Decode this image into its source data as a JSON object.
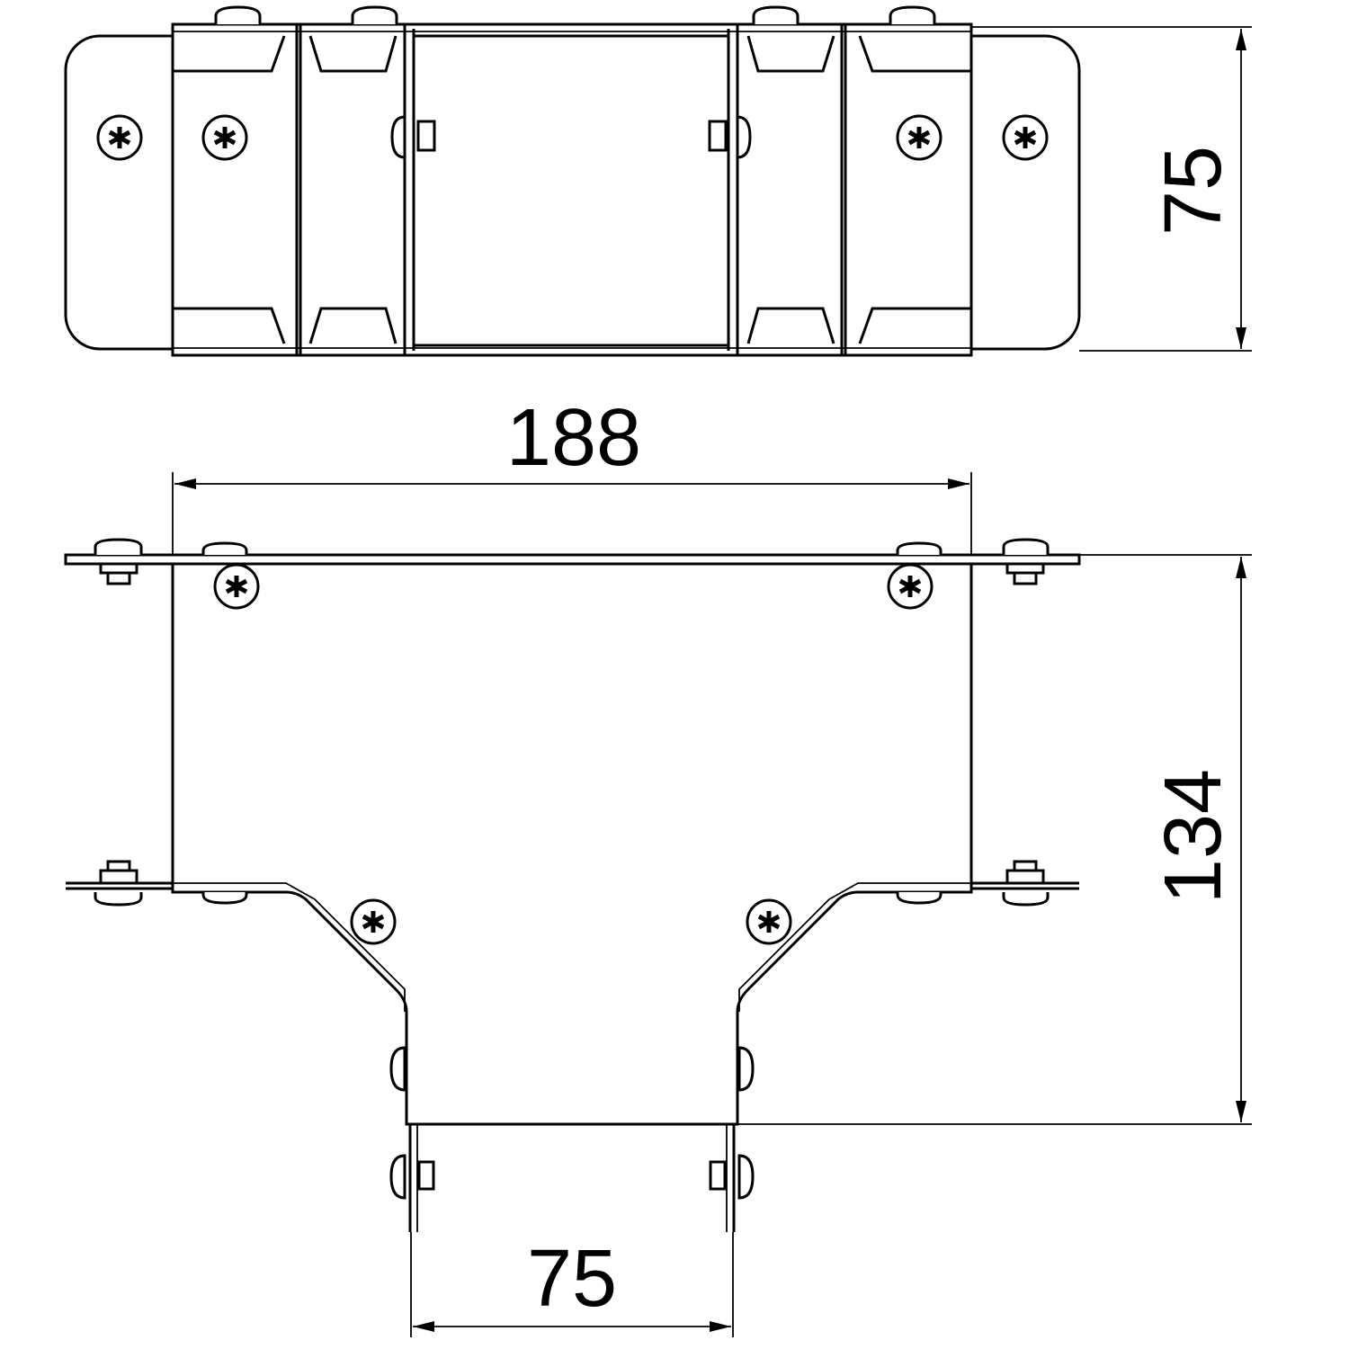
{
  "dimensions": {
    "top_height": "75",
    "width": "188",
    "height": "134",
    "branch_width": "75"
  },
  "colors": {
    "line": "#000000",
    "background": "#ffffff"
  }
}
